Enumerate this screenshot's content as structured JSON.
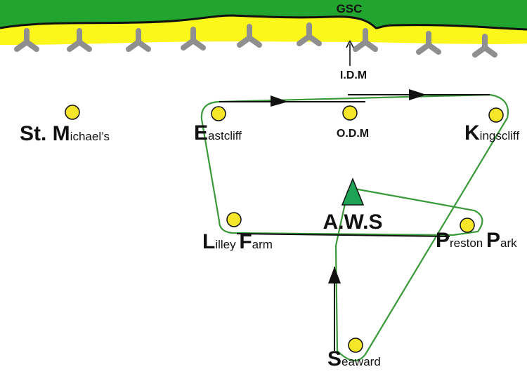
{
  "colors": {
    "grass": "#22a52e",
    "grass_outline": "#111111",
    "sand": "#fbf71a",
    "mines": "#8f8f8f",
    "station": "#f5e62a",
    "route_green": "#3a9a3a",
    "aws_marker": "#1ea256",
    "route_black": "#111111"
  },
  "header": {
    "label": "GSC"
  },
  "pointer": {
    "label": "I.D.M"
  },
  "center": {
    "label": "A.W.S"
  },
  "stations": [
    {
      "id": "st-michaels",
      "initial": "St. M",
      "rest": "ichael’s"
    },
    {
      "id": "eastcliff",
      "initial": "E",
      "rest": "astcliff"
    },
    {
      "id": "odm",
      "initial": "",
      "rest": "O.D.M"
    },
    {
      "id": "kingscliff",
      "initial": "K",
      "rest": "ingscliff"
    },
    {
      "id": "lilley-farm",
      "initial": "L",
      "rest": "illey ",
      "initial2": "F",
      "rest2": "arm"
    },
    {
      "id": "preston-park",
      "initial": "P",
      "rest": "reston ",
      "initial2": "P",
      "rest2": "ark"
    },
    {
      "id": "seaward",
      "initial": "S",
      "rest": "eaward"
    }
  ],
  "icons": {
    "station": "yellow-circle-icon",
    "aws": "green-triangle-icon",
    "arrow": "arrowhead-icon",
    "mines": "tripod-mine-icon"
  }
}
